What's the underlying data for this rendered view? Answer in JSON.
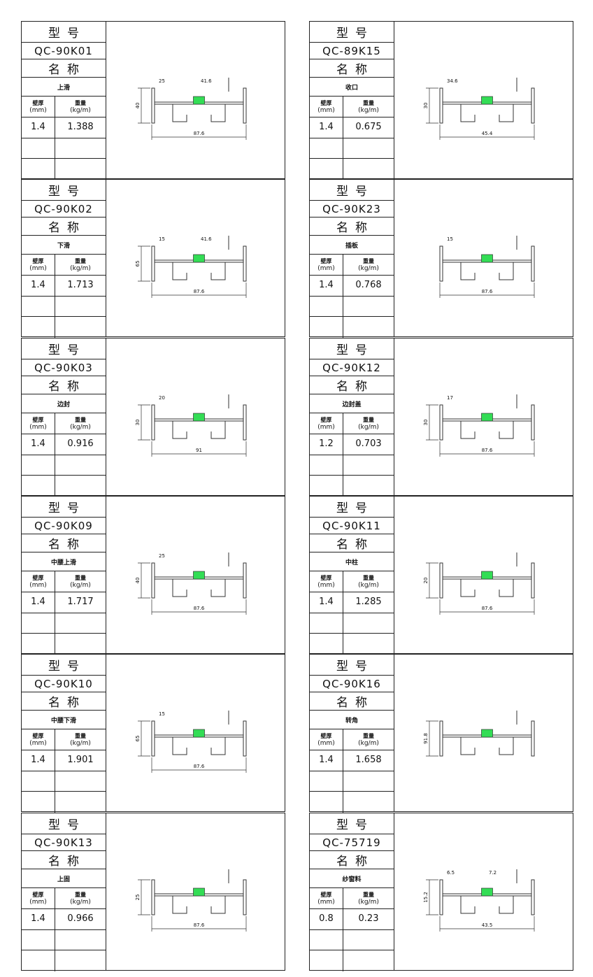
{
  "labels": {
    "model_heading": "型号",
    "name_heading": "名称",
    "thickness": "壁厚",
    "thickness_unit": "(mm)",
    "weight": "重量",
    "weight_unit": "(kg/m)"
  },
  "colors": {
    "gasket": "#33dd55",
    "highlight_dim": "#e8e800"
  },
  "left_column": [
    {
      "model": "QC-90K01",
      "name": "上滑",
      "thickness": "1.4",
      "weight": "1.388",
      "dims": {
        "width": "87.6",
        "height": "40",
        "extra": [
          "25",
          "41.6"
        ]
      }
    },
    {
      "model": "QC-90K02",
      "name": "下滑",
      "thickness": "1.4",
      "weight": "1.713",
      "dims": {
        "width": "87.6",
        "height": "65",
        "extra": [
          "15",
          "41.6"
        ]
      }
    },
    {
      "model": "QC-90K03",
      "name": "边封",
      "thickness": "1.4",
      "weight": "0.916",
      "dims": {
        "width": "91",
        "height": "30",
        "extra": [
          "20"
        ]
      }
    },
    {
      "model": "QC-90K09",
      "name": "中腰上滑",
      "thickness": "1.4",
      "weight": "1.717",
      "dims": {
        "width": "87.6",
        "height": "40",
        "extra": [
          "25"
        ]
      }
    },
    {
      "model": "QC-90K10",
      "name": "中腰下滑",
      "thickness": "1.4",
      "weight": "1.901",
      "dims": {
        "width": "87.6",
        "height": "65",
        "extra": [
          "15"
        ]
      }
    },
    {
      "model": "QC-90K13",
      "name": "上固",
      "thickness": "1.4",
      "weight": "0.966",
      "dims": {
        "width": "87.6",
        "height": "25",
        "extra": []
      }
    }
  ],
  "right_column": [
    {
      "model": "QC-89K15",
      "name": "收口",
      "thickness": "1.4",
      "weight": "0.675",
      "dims": {
        "width": "45.4",
        "height": "30",
        "extra": [
          "34.6"
        ]
      }
    },
    {
      "model": "QC-90K23",
      "name": "插板",
      "thickness": "1.4",
      "weight": "0.768",
      "dims": {
        "width": "87.6",
        "height": "",
        "extra": [
          "15"
        ]
      }
    },
    {
      "model": "QC-90K12",
      "name": "边封盖",
      "thickness": "1.2",
      "weight": "0.703",
      "dims": {
        "width": "87.6",
        "height": "30",
        "extra": [
          "17"
        ]
      }
    },
    {
      "model": "QC-90K11",
      "name": "中柱",
      "thickness": "1.4",
      "weight": "1.285",
      "dims": {
        "width": "87.6",
        "height": "20",
        "extra": []
      }
    },
    {
      "model": "QC-90K16",
      "name": "转角",
      "thickness": "1.4",
      "weight": "1.658",
      "dims": {
        "width": "",
        "height": "91.8",
        "extra": []
      }
    },
    {
      "model": "QC-75719",
      "name": "纱窗料",
      "thickness": "0.8",
      "weight": "0.23",
      "dims": {
        "width": "43.5",
        "height": "15.2",
        "extra": [
          "6.5",
          "7.2"
        ]
      }
    }
  ]
}
